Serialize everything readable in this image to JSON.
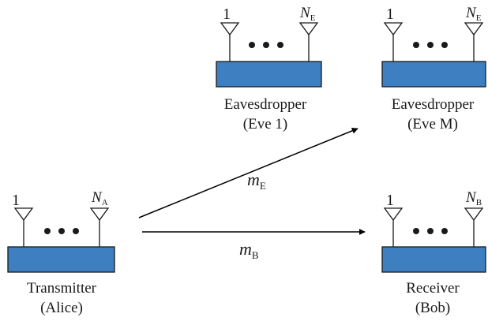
{
  "colors": {
    "box_fill": "#3d7fc1",
    "stroke": "#1a1a1a",
    "background": "#ffffff"
  },
  "icons": {
    "antenna": "antenna-icon",
    "dots": "ellipsis-dots"
  },
  "nodes": {
    "transmitter": {
      "first_index": "1",
      "last_main": "N",
      "last_sub": "A",
      "label": "Transmitter",
      "sublabel": "(Alice)"
    },
    "eve1": {
      "first_index": "1",
      "last_main": "N",
      "last_sub": "E",
      "label": "Eavesdropper",
      "sublabel": "(Eve 1)"
    },
    "eveM": {
      "first_index": "1",
      "last_main": "N",
      "last_sub": "E",
      "label": "Eavesdropper",
      "sublabel": "(Eve M)"
    },
    "receiver": {
      "first_index": "1",
      "last_main": "N",
      "last_sub": "B",
      "label": "Receiver",
      "sublabel": "(Bob)"
    }
  },
  "links": {
    "to_eve": {
      "main": "m",
      "sub": "E"
    },
    "to_bob": {
      "main": "m",
      "sub": "B"
    }
  }
}
